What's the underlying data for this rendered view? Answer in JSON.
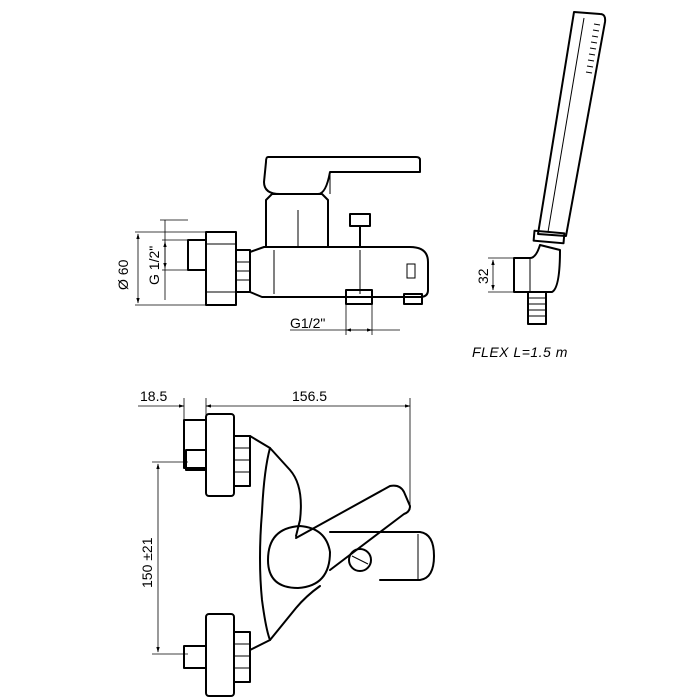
{
  "dimensions": {
    "diameter": "Ø 60",
    "inlet_thread": "G 1/2\"",
    "outlet_thread": "G1/2\"",
    "holder_height": "32",
    "offset_left": "18.5",
    "overall_depth": "156.5",
    "centre_distance": "150 ±21"
  },
  "notes": {
    "hose": "FLEX L=1.5 m"
  }
}
